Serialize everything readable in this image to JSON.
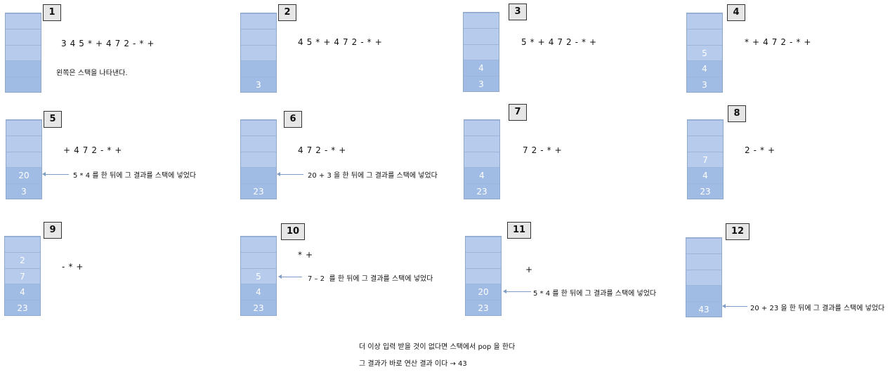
{
  "steps": [
    {
      "num": "1",
      "expr": "3 4 5 * + 4 7 2 - * +",
      "stack": [
        "",
        "",
        "",
        "",
        ""
      ],
      "note": "왼쪽은 스택을 나타낸다."
    },
    {
      "num": "2",
      "expr": "4 5 * + 4 7 2 - * +",
      "stack": [
        "3",
        "",
        "",
        "",
        ""
      ]
    },
    {
      "num": "3",
      "expr": "5 * + 4 7 2 - * +",
      "stack": [
        "3",
        "4",
        "",
        "",
        ""
      ]
    },
    {
      "num": "4",
      "expr": "* + 4 7 2 - * +",
      "stack": [
        "3",
        "4",
        "5",
        "",
        ""
      ]
    },
    {
      "num": "5",
      "expr": "+ 4 7 2 - * +",
      "stack": [
        "3",
        "20",
        "",
        "",
        ""
      ],
      "note": "5 * 4 를 한 뒤에 그 결과를 스택에 넣었다"
    },
    {
      "num": "6",
      "expr": "4 7 2 - * +",
      "stack": [
        "23",
        "",
        "",
        "",
        ""
      ],
      "note": "20 + 3 을 한 뒤에 그 결과를 스택에 넣었다"
    },
    {
      "num": "7",
      "expr": "7 2 - * +",
      "stack": [
        "23",
        "4",
        "",
        "",
        ""
      ]
    },
    {
      "num": "8",
      "expr": "2 - * +",
      "stack": [
        "23",
        "4",
        "7",
        "",
        ""
      ]
    },
    {
      "num": "9",
      "expr": "- * +",
      "stack": [
        "23",
        "4",
        "7",
        "2",
        ""
      ]
    },
    {
      "num": "10",
      "expr": "* +",
      "stack": [
        "23",
        "4",
        "5",
        "",
        ""
      ],
      "note": "7 – 2  를 한 뒤에 그 결과를 스택에 넣었다"
    },
    {
      "num": "11",
      "expr": "+",
      "stack": [
        "23",
        "20",
        "",
        "",
        ""
      ],
      "note": "5 * 4 를 한 뒤에 그 결과를 스택에 넣었다"
    },
    {
      "num": "12",
      "expr": "",
      "stack": [
        "43",
        "",
        "",
        "",
        ""
      ],
      "note": "20 + 23 을 한 뒤에 그 결과를 스택에 넣었다"
    }
  ],
  "footer": {
    "line1": "더 이상 입력 받을 것이 없다면 스택에서 pop 을 한다",
    "line2": "그 결과가 바로 연산 결과 이다 → 43"
  },
  "colors": {
    "stack_fill": "#b7ccec",
    "stack_fill_lower": "#a1bce4",
    "arrow": "#7f9cc6"
  }
}
